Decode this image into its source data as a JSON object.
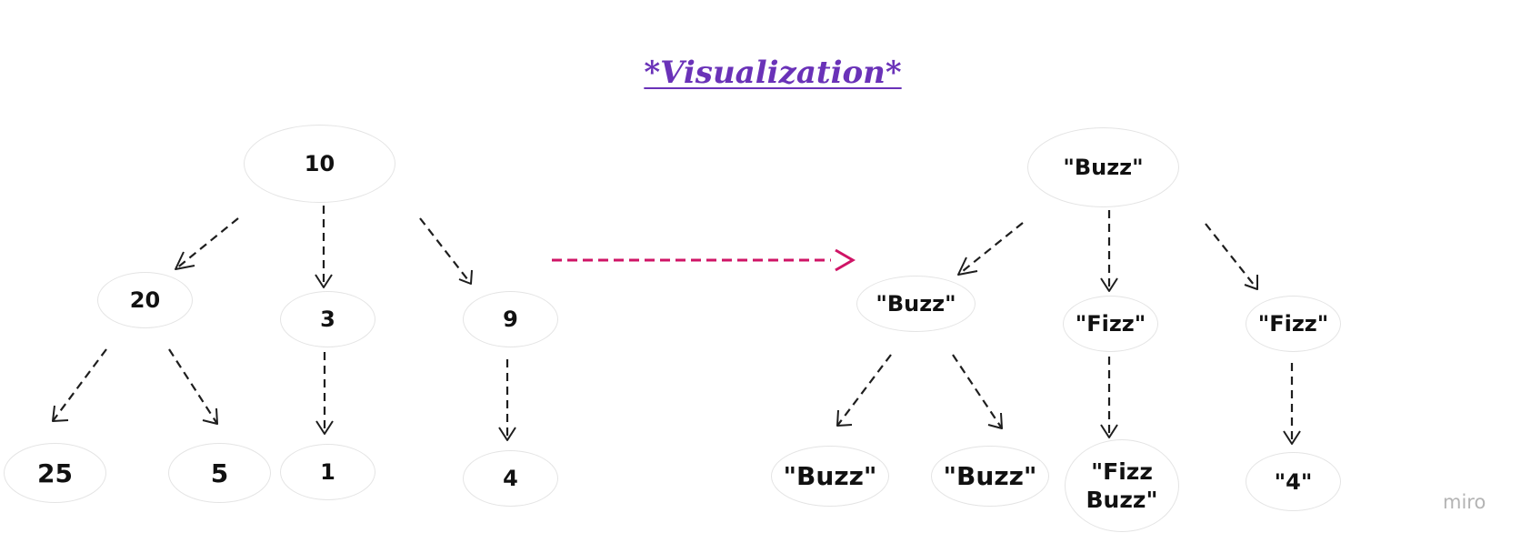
{
  "title": "*Visualization*",
  "colors": {
    "title": "#6a32b8",
    "transform_arrow": "#cf1466",
    "edge": "#1e1e1e",
    "node_border": "#e4e4e4",
    "watermark": "#b4b4b4"
  },
  "input_tree": {
    "root": "10",
    "children": [
      "20",
      "3",
      "9"
    ],
    "grandchildren_of_20": [
      "25",
      "5"
    ],
    "grandchildren_of_3": [
      "1"
    ],
    "grandchildren_of_9": [
      "4"
    ]
  },
  "output_tree": {
    "root": "\"Buzz\"",
    "children": [
      "\"Buzz\"",
      "\"Fizz\"",
      "\"Fizz\""
    ],
    "grandchildren_of_buzz": [
      "\"Buzz\"",
      "\"Buzz\""
    ],
    "grandchildren_of_fizz_1": [
      "\"Fizz Buzz\""
    ],
    "grandchildren_of_fizz_2": [
      "\"4\""
    ]
  },
  "watermark": "miro"
}
